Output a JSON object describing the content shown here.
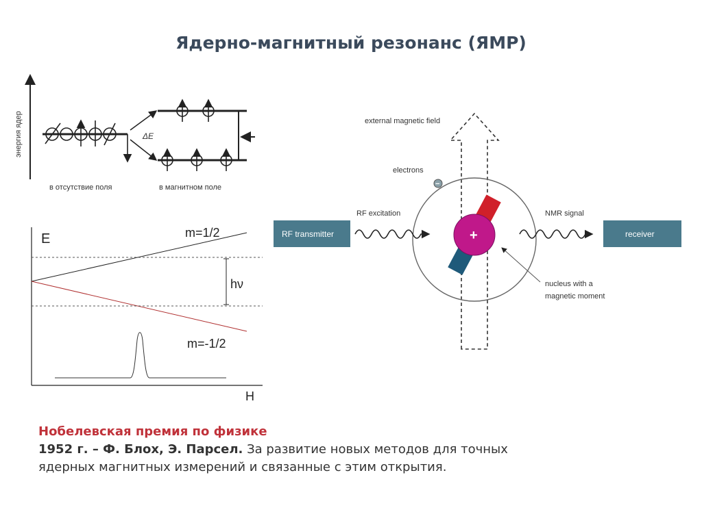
{
  "title": "Ядерно-магнитный резонанс (ЯМР)",
  "energy_diagram": {
    "axis_label": "энергия ядер",
    "delta_e": "ΔE",
    "no_field_label": "в отсутствие поля",
    "field_label": "в магнитном поле"
  },
  "zeeman_plot": {
    "y_label": "E",
    "x_label": "H",
    "upper_label": "m=1/2",
    "lower_label": "m=-1/2",
    "gap_label": "hν"
  },
  "nmr_scheme": {
    "field_label": "external magnetic field",
    "electrons_label": "electrons",
    "rf_excitation_label": "RF excitation",
    "nmr_signal_label": "NMR signal",
    "transmitter_label": "RF transmitter",
    "receiver_label": "receiver",
    "nucleus_label_line1": "nucleus with a",
    "nucleus_label_line2": "magnetic moment",
    "nucleus_sign": "+",
    "electron_sign": "−",
    "box_color": "#4a7a8c"
  },
  "caption": {
    "heading": "Нобелевская премия по физике",
    "year_authors": "1952 г. – Ф. Блох, Э. Парсел.",
    "line1_rest": " За развитие новых методов для точных",
    "line2": "ядерных магнитных измерений и связанные с этим открытия."
  }
}
